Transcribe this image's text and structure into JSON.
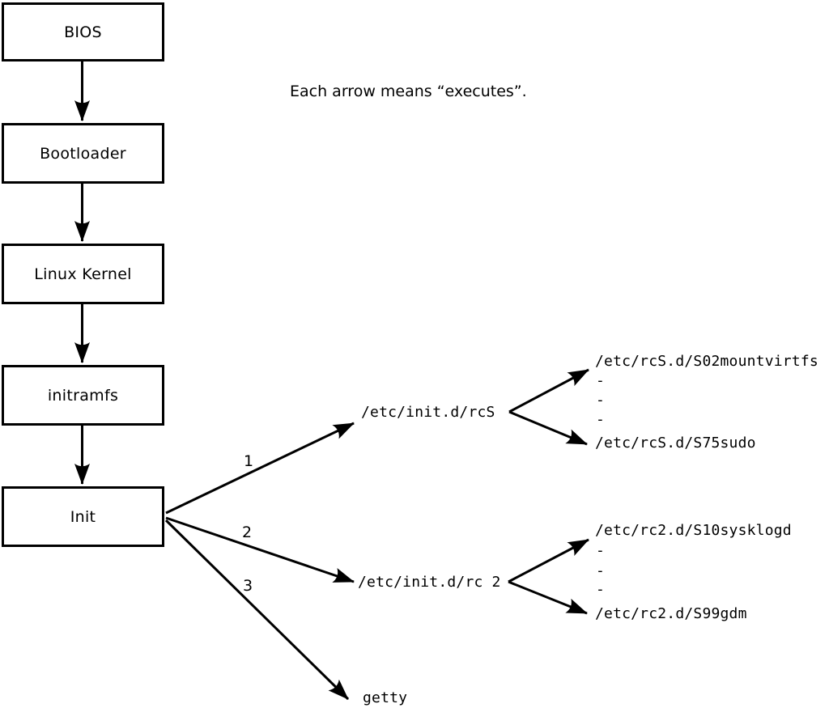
{
  "diagram": {
    "note": "Each arrow means “executes”.",
    "boot_chain": [
      {
        "label": "BIOS"
      },
      {
        "label": "Bootloader"
      },
      {
        "label": "Linux Kernel"
      },
      {
        "label": "initramfs"
      },
      {
        "label": "Init"
      }
    ],
    "init_branches": [
      {
        "order": "1",
        "target": "/etc/init.d/rcS"
      },
      {
        "order": "2",
        "target": "/etc/init.d/rc 2"
      },
      {
        "order": "3",
        "target": "getty"
      }
    ],
    "rcS_scripts": [
      "/etc/rcS.d/S02mountvirtfs",
      "-",
      "-",
      "-",
      "/etc/rcS.d/S75sudo"
    ],
    "rc2_scripts": [
      "/etc/rc2.d/S10sysklogd",
      "-",
      "-",
      "-",
      "/etc/rc2.d/S99gdm"
    ]
  }
}
